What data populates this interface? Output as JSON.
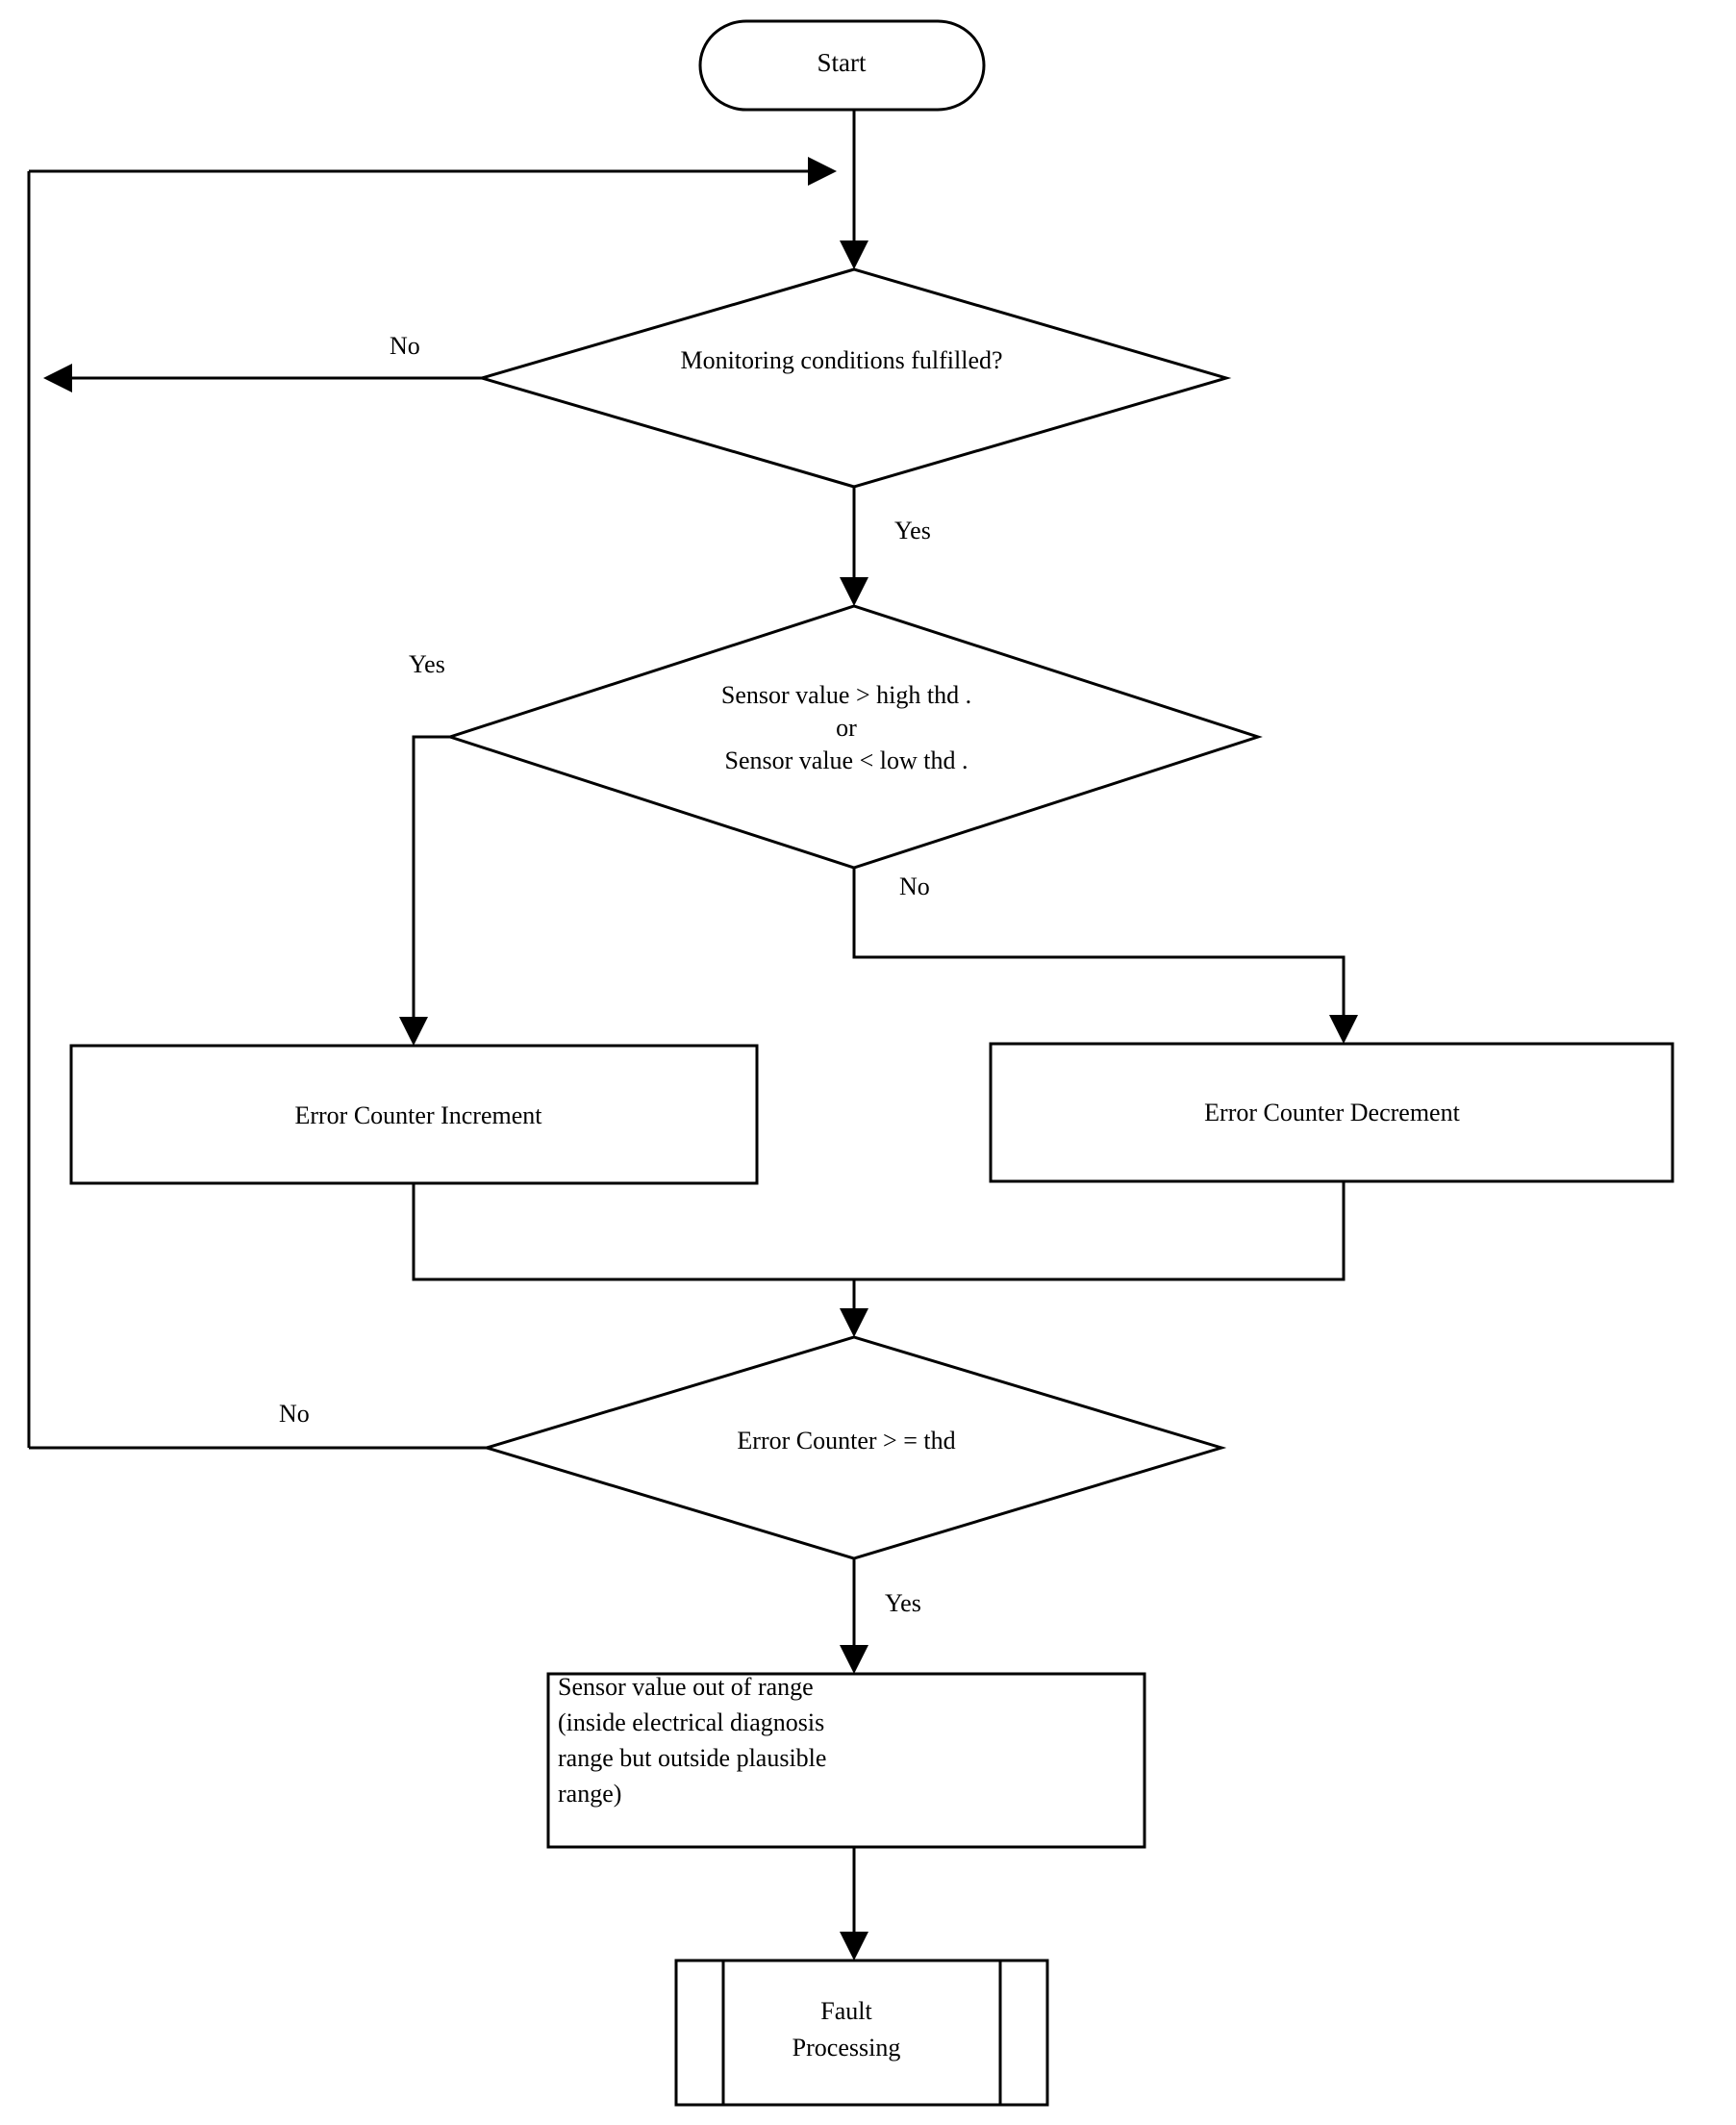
{
  "diagram": {
    "title": "Sensor plausibility monitoring flowchart",
    "type": "flowchart",
    "stroke_color": "#000000",
    "fill_color": "#ffffff",
    "nodes": [
      {
        "id": "start",
        "shape": "terminator",
        "label": "Start"
      },
      {
        "id": "cond1",
        "shape": "decision",
        "label": "Monitoring  conditions fulfilled?"
      },
      {
        "id": "cond2",
        "shape": "decision",
        "label": "Sensor value > high thd           .\nor\nSensor    value < low thd          ."
      },
      {
        "id": "inc",
        "shape": "process",
        "label": "Error Counter Increment"
      },
      {
        "id": "dec",
        "shape": "process",
        "label": "Error Counter Decrement"
      },
      {
        "id": "cond3",
        "shape": "decision",
        "label": "Error Counter > = thd"
      },
      {
        "id": "outrange",
        "shape": "process",
        "label": "Sensor value out of range\n(inside electrical diagnosis\nrange but outside plausible\nrange)"
      },
      {
        "id": "fault",
        "shape": "predefined-process",
        "label": "Fault\nProcessing"
      }
    ],
    "edge_labels": {
      "cond1_no": "No",
      "cond1_yes": "Yes",
      "cond2_yes": "Yes",
      "cond2_no": "No",
      "cond3_no": "No",
      "cond3_yes": "Yes"
    }
  }
}
